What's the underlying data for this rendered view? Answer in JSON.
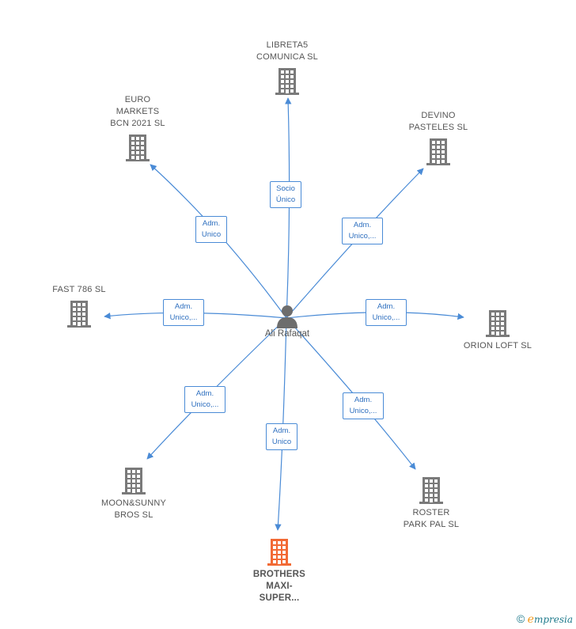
{
  "center": {
    "name": "Ali Rafaqat",
    "icon": "person-icon"
  },
  "companies": [
    {
      "id": "libreta5",
      "label": "LIBRETA5\nCOMUNICA  SL",
      "icon": "building-icon",
      "highlight": false
    },
    {
      "id": "euro-markets",
      "label": "EURO\nMARKETS\nBCN 2021  SL",
      "icon": "building-icon",
      "highlight": false
    },
    {
      "id": "devino",
      "label": "DEVINO\nPASTELES  SL",
      "icon": "building-icon",
      "highlight": false
    },
    {
      "id": "fast-786",
      "label": "FAST 786  SL",
      "icon": "building-icon",
      "highlight": false
    },
    {
      "id": "orion-loft",
      "label": "ORION LOFT  SL",
      "icon": "building-icon",
      "highlight": false
    },
    {
      "id": "moon-sunny",
      "label": "MOON&SUNNY\nBROS  SL",
      "icon": "building-icon",
      "highlight": false
    },
    {
      "id": "roster",
      "label": "ROSTER\nPARK PAL  SL",
      "icon": "building-icon",
      "highlight": false
    },
    {
      "id": "brothers",
      "label": "BROTHERS\nMAXI-\nSUPER...",
      "icon": "building-icon",
      "highlight": true
    }
  ],
  "relations": [
    {
      "to": "libreta5",
      "label": "Socio\nÚnico"
    },
    {
      "to": "euro-markets",
      "label": "Adm.\nUnico"
    },
    {
      "to": "devino",
      "label": "Adm.\nUnico,..."
    },
    {
      "to": "fast-786",
      "label": "Adm.\nUnico,..."
    },
    {
      "to": "orion-loft",
      "label": "Adm.\nUnico,..."
    },
    {
      "to": "moon-sunny",
      "label": "Adm.\nUnico,..."
    },
    {
      "to": "roster",
      "label": "Adm.\nUnico,..."
    },
    {
      "to": "brothers",
      "label": "Adm.\nUnico"
    }
  ],
  "colors": {
    "edge": "#4a8bd6",
    "building": "#7a7a7a",
    "highlight": "#f26a35",
    "person": "#6d6d6d"
  },
  "brand": {
    "copyright": "©",
    "initial": "e",
    "rest": "mpresia"
  }
}
